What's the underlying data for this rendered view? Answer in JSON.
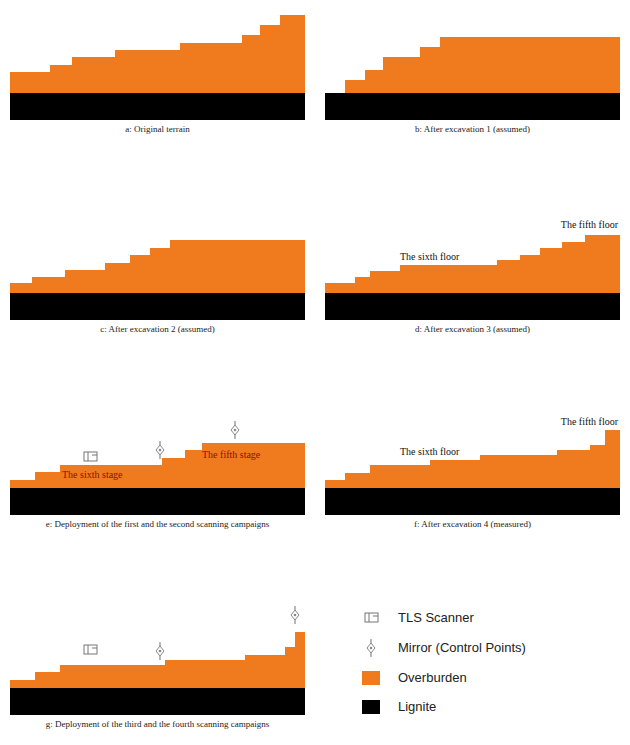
{
  "diagram": {
    "labels": [
      "a: Original terrain",
      "b: After excavation 1 (assumed)",
      "c: After excavation 2 (assumed)",
      "The fifth floor",
      "The sixth floor",
      "d: After excavation 3 (assumed)",
      "The fifth stage",
      "The sixth stage",
      "e: Deployment of the first and the second scanning campaigns",
      "The fifth floor",
      "The sixth floor",
      "f: After excavation 4 (measured)",
      "g: Deployment of the third and the fourth scanning campaigns"
    ],
    "legend": [
      {
        "text": "TLS Scanner"
      },
      {
        "text": "Mirror (Control Points)"
      },
      {
        "text": "Overburden",
        "color": "#f07a1e"
      },
      {
        "text": "Lignite",
        "color": "#000000"
      }
    ]
  }
}
